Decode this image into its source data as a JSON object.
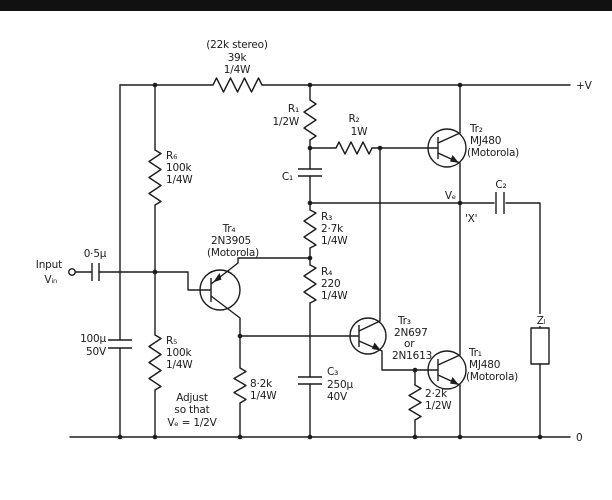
{
  "colors": {
    "paper": "#ffffff",
    "ink": "#1c1c1c",
    "top_bar": "#111111"
  },
  "rails": {
    "positive": "+V",
    "zero": "0"
  },
  "bias_feed": {
    "note": "(22k stereo)",
    "value": "39k",
    "power": "1/4W"
  },
  "input": {
    "label": "Input",
    "signal": "Vᵢₙ",
    "coupling_cap": "0·5μ"
  },
  "decoupling_cap": {
    "value": "100μ",
    "voltage": "50V"
  },
  "resistors": {
    "r1": {
      "name": "R₁",
      "power": "1/2W"
    },
    "r2": {
      "name": "R₂",
      "power": "1W"
    },
    "r3": {
      "name": "R₃",
      "value": "2·7k",
      "power": "1/4W"
    },
    "r4": {
      "name": "R₄",
      "value": "220",
      "power": "1/4W"
    },
    "r5": {
      "name": "R₅",
      "value": "100k",
      "power": "1/4W"
    },
    "r6": {
      "name": "R₆",
      "value": "100k",
      "power": "1/4W"
    },
    "r_trim": {
      "value": "8·2k",
      "power": "1/4W"
    },
    "r_bias": {
      "value": "2·2k",
      "power": "1/2W"
    }
  },
  "capacitors": {
    "c1": {
      "name": "C₁"
    },
    "c2": {
      "name": "C₂"
    },
    "c3": {
      "name": "C₃",
      "value": "250μ",
      "voltage": "40V"
    }
  },
  "transistors": {
    "tr1": {
      "name": "Tr₁",
      "part": "MJ480",
      "maker": "(Motorola)"
    },
    "tr2": {
      "name": "Tr₂",
      "part": "MJ480",
      "maker": "(Motorola)"
    },
    "tr3": {
      "name": "Tr₃",
      "part": "2N697",
      "conj": "or",
      "alt_part": "2N1613"
    },
    "tr4": {
      "name": "Tr₄",
      "part": "2N3905",
      "maker": "(Motorola)"
    }
  },
  "output": {
    "node_voltage": "Vₑ",
    "node_name": "'X'",
    "load": "Zₗ"
  },
  "adjust_note": {
    "line1": "Adjust",
    "line2": "so that",
    "line3": "Vₑ = 1/2V"
  }
}
